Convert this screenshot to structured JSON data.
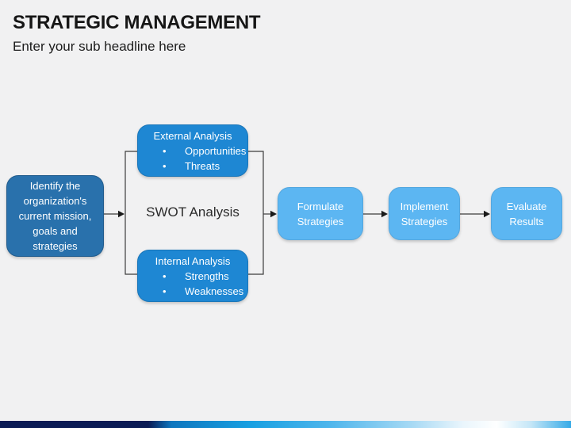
{
  "slide": {
    "title": "STRATEGIC MANAGEMENT",
    "subtitle": "Enter your sub headline here"
  },
  "diagram": {
    "mission_box": {
      "text": "Identify the organization's current mission, goals and strategies"
    },
    "swot_label": "SWOT Analysis",
    "external_box": {
      "title": "External Analysis",
      "items": [
        "Opportunities",
        "Threats"
      ]
    },
    "internal_box": {
      "title": "Internal Analysis",
      "items": [
        "Strengths",
        "Weaknesses"
      ]
    },
    "formulate_box": {
      "text": "Formulate Strategies"
    },
    "implement_box": {
      "text": "Implement Strategies"
    },
    "evaluate_box": {
      "text": "Evaluate Results"
    }
  },
  "colors": {
    "background": "#F1F1F2",
    "title_text": "#161616",
    "dark_box": "#2971AC",
    "mid_box": "#1E87D3",
    "light_box": "#5CB6F2",
    "box_text": "#FFFFFF",
    "connector": "#3D3D3D",
    "arrowhead": "#1A1A1A",
    "bar_navy": "#0A1B55",
    "bar_blue": "#18A0E2",
    "bar_light": "#FEFFFF"
  }
}
